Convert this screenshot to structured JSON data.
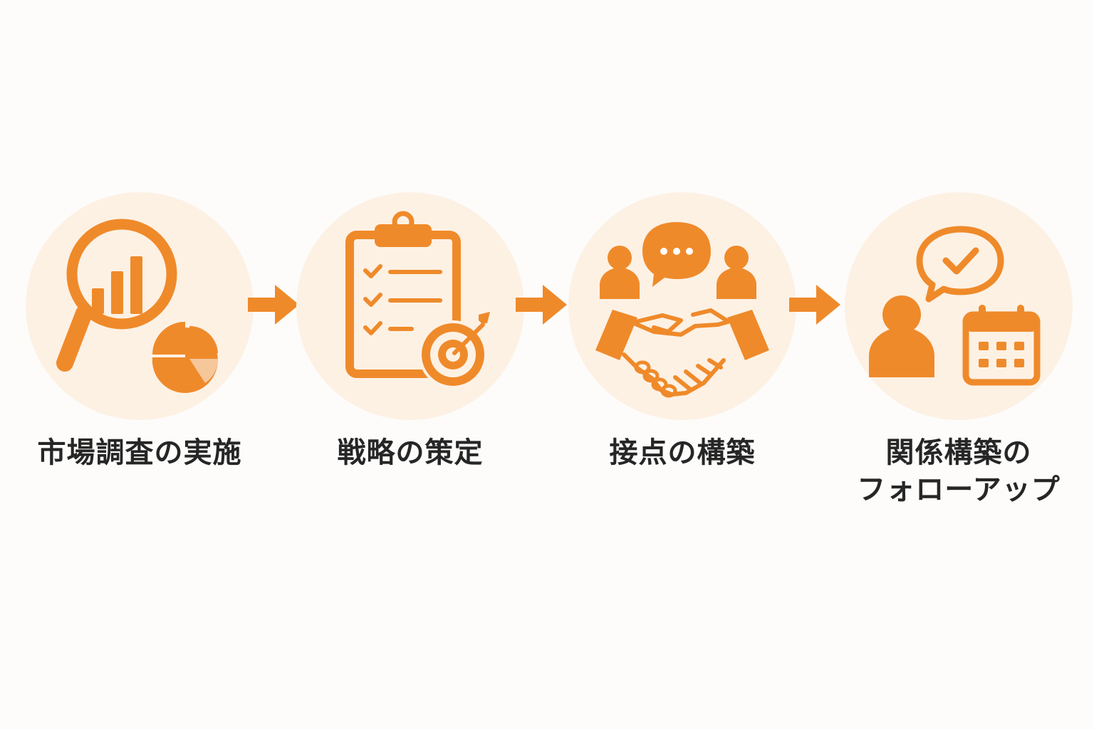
{
  "colors": {
    "accent": "#ef8a2a",
    "accent_light": "#f6c79b",
    "circle_bg": "#fdf1e4",
    "text": "#262626"
  },
  "steps": [
    {
      "label_line1": "市場調査の実施",
      "label_line2": "",
      "icons": [
        "magnifier-icon",
        "bar-chart-icon",
        "pie-chart-icon"
      ]
    },
    {
      "label_line1": "戦略の策定",
      "label_line2": "",
      "icons": [
        "clipboard-checklist-icon",
        "target-icon"
      ]
    },
    {
      "label_line1": "接点の構築",
      "label_line2": "",
      "icons": [
        "person-icon",
        "chat-bubble-icon",
        "handshake-icon"
      ]
    },
    {
      "label_line1": "関係構築の",
      "label_line2": "フォローアップ",
      "icons": [
        "person-icon",
        "chat-check-icon",
        "calendar-icon"
      ]
    }
  ],
  "arrows": [
    "arrow-right-icon",
    "arrow-right-icon",
    "arrow-right-icon"
  ]
}
